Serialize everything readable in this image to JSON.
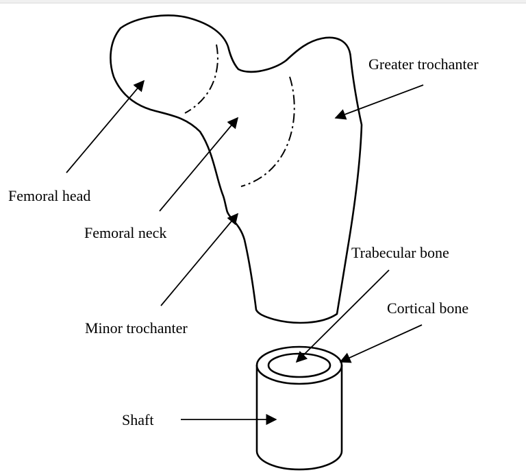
{
  "labels": {
    "femoral_head": "Femoral head",
    "femoral_neck": "Femoral neck",
    "greater_trochanter": "Greater trochanter",
    "minor_trochanter": "Minor trochanter",
    "trabecular_bone": "Trabecular bone",
    "cortical_bone": "Cortical bone",
    "shaft": "Shaft"
  }
}
